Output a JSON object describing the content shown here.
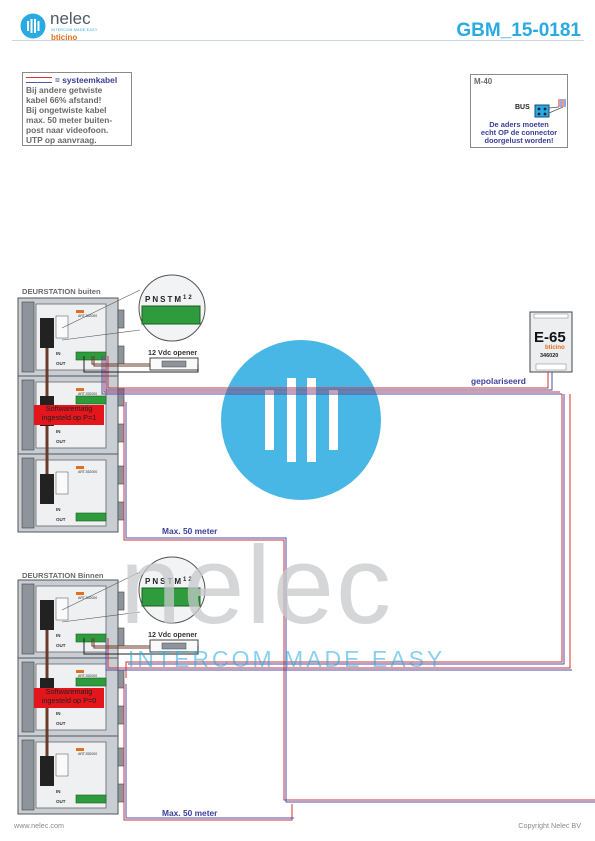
{
  "header": {
    "brand_name": "nelec",
    "brand_tagline": "INTERCOM MADE EASY",
    "partner": "bticino",
    "doc_id": "GBM_15-0181"
  },
  "note_box": {
    "legend_label": "= systeemkabel",
    "lines": [
      "Bij andere getwiste",
      "kabel 66% afstand!",
      "Bij ongetwiste kabel",
      "max. 50 meter buiten-",
      "post naar videofoon.",
      "UTP op aanvraag."
    ]
  },
  "m40_box": {
    "title": "M-40",
    "bus_label": "BUS",
    "message": [
      "De aders moeten",
      "echt OP de connector",
      "doorgelust worden!"
    ]
  },
  "stations": [
    {
      "title": "DEURSTATION buiten",
      "red_label": [
        "Softwarematig",
        "ingesteld op P=1"
      ]
    },
    {
      "title": "DEURSTATION Binnen",
      "red_label": [
        "Softwarematig",
        "ingesteld op P=0"
      ]
    }
  ],
  "module_labels": {
    "in": "IN",
    "out": "OUT",
    "code": "ART.352000"
  },
  "terminal_letters": [
    "P",
    "N",
    "S",
    "T",
    "M",
    "1",
    "2"
  ],
  "opener_label": "12 Vdc opener",
  "distance_label": "Max. 50 meter",
  "power_supply": {
    "name": "E-65",
    "brand": "bticino",
    "code": "346020"
  },
  "polarised_label": "gepolariseerd",
  "watermark": {
    "word": "nelec",
    "tagline": "INTERCOM MADE EASY"
  },
  "footer": {
    "left": "www.nelec.com",
    "right": "Copyright Nelec BV"
  },
  "colors": {
    "accent": "#29aae2",
    "cable_red": "#d32f2f",
    "cable_blue": "#3f51b5",
    "label_blue": "#3a3f9a",
    "redbox": "#e4161c"
  }
}
